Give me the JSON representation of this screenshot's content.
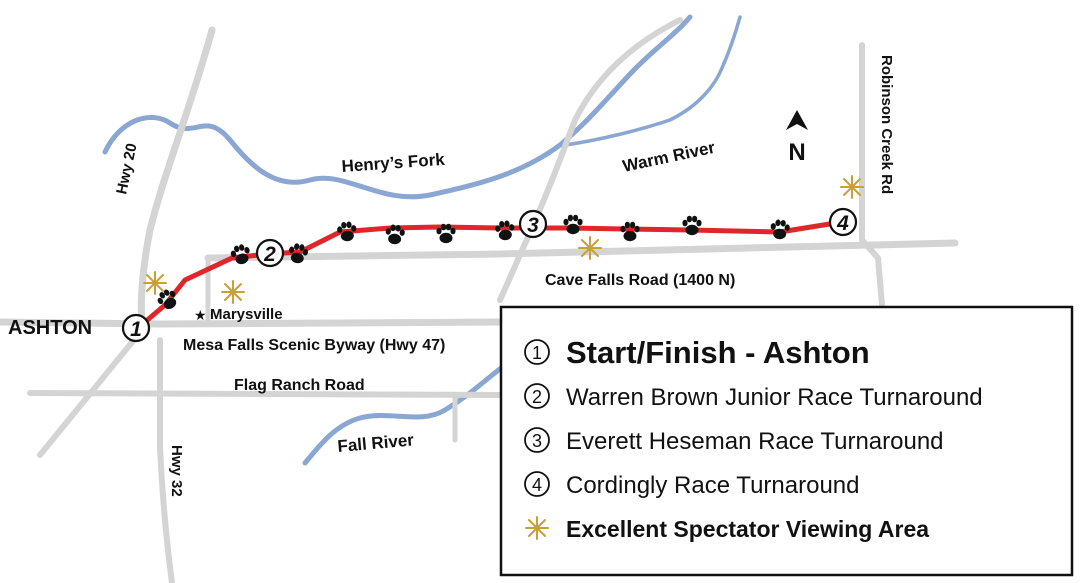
{
  "labels": {
    "henrys_fork": "Henry’s Fork",
    "warm_river": "Warm River",
    "fall_river": "Fall River",
    "hwy20": "Hwy 20",
    "hwy32": "Hwy 32",
    "robinson_creek": "Robinson Creek Rd",
    "cave_falls": "Cave Falls Road (1400 N)",
    "mesa_falls": "Mesa Falls Scenic Byway (Hwy 47)",
    "flag_ranch": "Flag Ranch Road",
    "ashton": "ASHTON",
    "marysville": "Marysville",
    "north": "N"
  },
  "markers": [
    {
      "num": "1"
    },
    {
      "num": "2"
    },
    {
      "num": "3"
    },
    {
      "num": "4"
    }
  ],
  "legend": {
    "items": [
      {
        "num": "1",
        "text": "Start/Finish - Ashton"
      },
      {
        "num": "2",
        "text": "Warren Brown Junior Race Turnaround"
      },
      {
        "num": "3",
        "text": "Everett Heseman Race Turnaround"
      },
      {
        "num": "4",
        "text": "Cordingly Race Turnaround"
      }
    ],
    "spectator_text": "Excellent Spectator Viewing Area"
  },
  "colors": {
    "route": "#e0262b",
    "road": "#d4d4d4",
    "river": "#8aa6d2",
    "spectator": "#c8a03a",
    "ink": "#111111"
  },
  "icons": {
    "paw": "paw-icon",
    "spectator": "spectator-star-icon",
    "north_arrow": "north-arrow-icon",
    "town": "town-star-icon"
  }
}
